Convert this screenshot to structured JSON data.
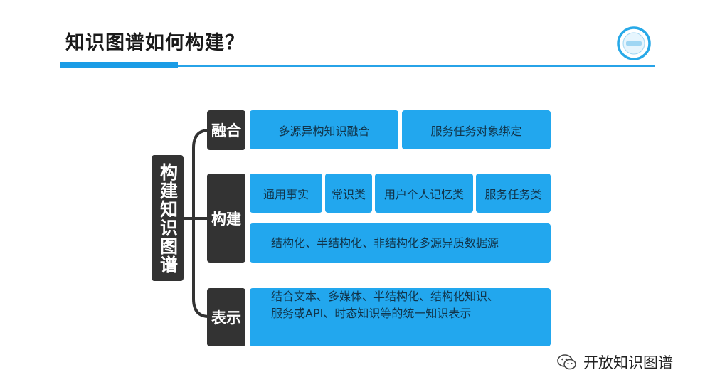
{
  "title": "知识图谱如何构建？",
  "root": {
    "label": "构建知识图谱"
  },
  "branches": [
    {
      "label": "融合",
      "items": [
        "多源异构知识融合",
        "服务任务对象绑定"
      ]
    },
    {
      "label": "构建",
      "items": [
        "通用事实",
        "常识类",
        "用户个人记忆类",
        "服务任务类",
        "结构化、半结构化、非结构化多源异质数据源"
      ]
    },
    {
      "label": "表示",
      "lines": [
        "结合文本、多媒体、半结构化、结构化知识、",
        "服务或API、时态知识等的统一知识表示"
      ]
    }
  ],
  "watermark": {
    "text": "开放知识图谱",
    "icon": "wechat-icon"
  },
  "logo": {
    "icon": "circle-logo-icon"
  },
  "colors": {
    "accent": "#22a7ee",
    "dark": "#333333",
    "rule": "#27a3e8"
  }
}
